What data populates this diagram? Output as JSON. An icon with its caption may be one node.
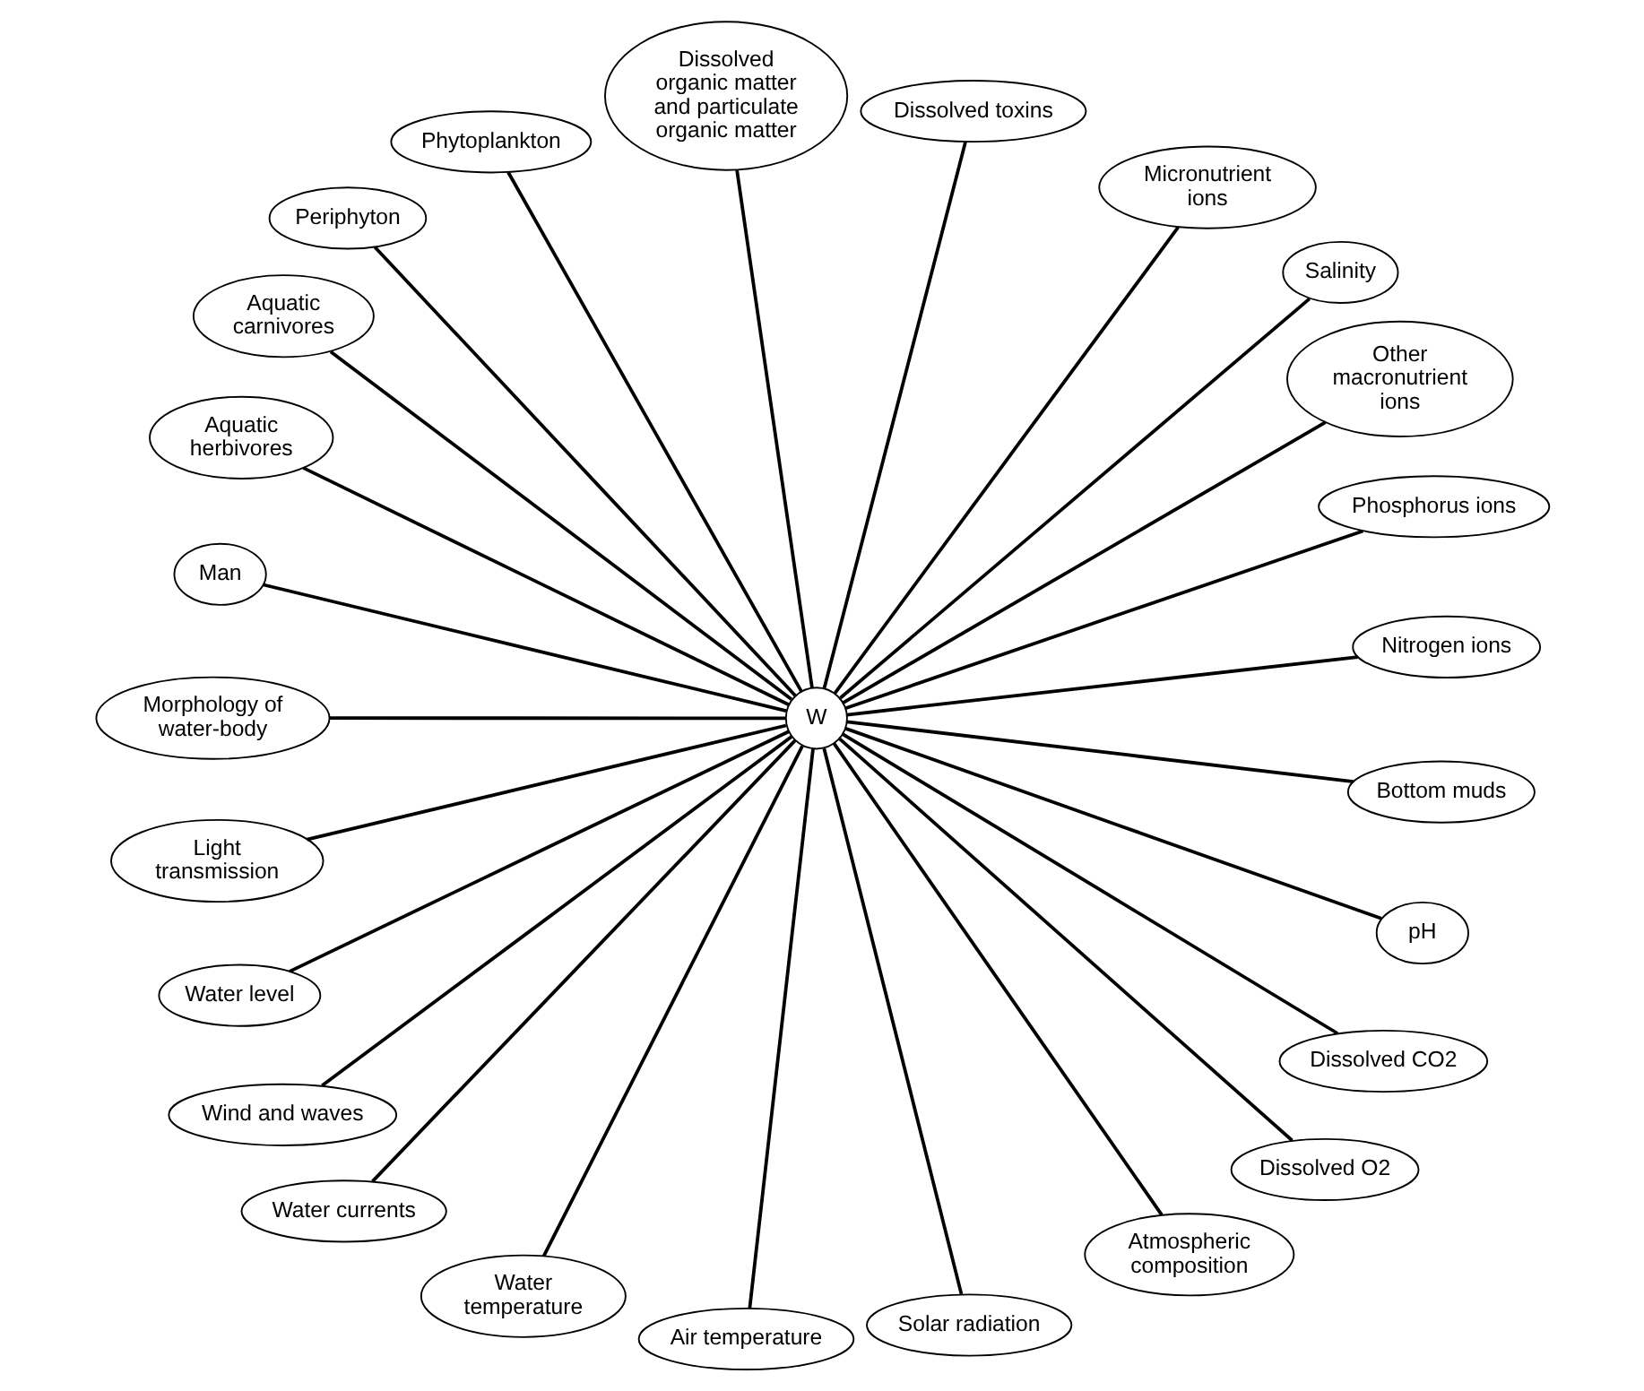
{
  "diagram": {
    "nodes": [
      {
        "text": [
          "W"
        ]
      },
      {
        "text": [
          "Nitrogen ions"
        ]
      },
      {
        "text": [
          "Phosphorus ions"
        ]
      },
      {
        "text": [
          "Other macronutrient ions"
        ]
      },
      {
        "text": [
          "Salinity"
        ]
      },
      {
        "text": [
          "Micronutrient ions"
        ]
      },
      {
        "text": [
          "Dissolved toxins"
        ]
      },
      {
        "text": [
          "Dissolved organic matter and particulate organic matter"
        ]
      },
      {
        "text": [
          "Phytoplankton"
        ]
      },
      {
        "text": [
          "Periphyton"
        ]
      },
      {
        "text": [
          "Aquatic carnivores"
        ]
      },
      {
        "text": [
          "Aquatic herbivores"
        ]
      },
      {
        "text": [
          "Man"
        ]
      },
      {
        "text": [
          "Morphology of water-body"
        ]
      },
      {
        "text": [
          "Light transmission"
        ]
      },
      {
        "text": [
          "Water level"
        ]
      },
      {
        "text": [
          "Wind and waves"
        ]
      },
      {
        "text": [
          "Water currents"
        ]
      },
      {
        "text": [
          "Water temperature"
        ]
      },
      {
        "text": [
          "Air temperature"
        ]
      },
      {
        "text": [
          "Solar radiation"
        ]
      },
      {
        "text": [
          "Atmospheric composition"
        ]
      },
      {
        "text": [
          "Dissolved O2"
        ]
      },
      {
        "text": [
          "Dissolved CO2"
        ]
      },
      {
        "text": [
          "pH"
        ]
      },
      {
        "text": [
          "Bottom muds"
        ]
      }
    ],
    "edges": [
      {
        "from": 0,
        "to": 1,
        "arrow": "none"
      },
      {
        "from": 0,
        "to": 2,
        "arrow": "none"
      },
      {
        "from": 0,
        "to": 3,
        "arrow": "none"
      },
      {
        "from": 0,
        "to": 4,
        "arrow": "none"
      },
      {
        "from": 0,
        "to": 5,
        "arrow": "none"
      },
      {
        "from": 0,
        "to": 6,
        "arrow": "none"
      },
      {
        "from": 0,
        "to": 7,
        "arrow": "none"
      },
      {
        "from": 0,
        "to": 8,
        "arrow": "none"
      },
      {
        "from": 0,
        "to": 9,
        "arrow": "none"
      },
      {
        "from": 0,
        "to": 10,
        "arrow": "none"
      },
      {
        "from": 0,
        "to": 11,
        "arrow": "none"
      },
      {
        "from": 0,
        "to": 12,
        "arrow": "none"
      },
      {
        "from": 0,
        "to": 13,
        "arrow": "none"
      },
      {
        "from": 0,
        "to": 14,
        "arrow": "none"
      },
      {
        "from": 0,
        "to": 15,
        "arrow": "none"
      },
      {
        "from": 0,
        "to": 16,
        "arrow": "none"
      },
      {
        "from": 0,
        "to": 17,
        "arrow": "none"
      },
      {
        "from": 0,
        "to": 18,
        "arrow": "none"
      },
      {
        "from": 0,
        "to": 19,
        "arrow": "none"
      },
      {
        "from": 0,
        "to": 20,
        "arrow": "none"
      },
      {
        "from": 0,
        "to": 21,
        "arrow": "none"
      },
      {
        "from": 0,
        "to": 22,
        "arrow": "none"
      },
      {
        "from": 0,
        "to": 23,
        "arrow": "none"
      },
      {
        "from": 0,
        "to": 24,
        "arrow": "none"
      },
      {
        "from": 0,
        "to": 25,
        "arrow": "none"
      }
    ]
  }
}
